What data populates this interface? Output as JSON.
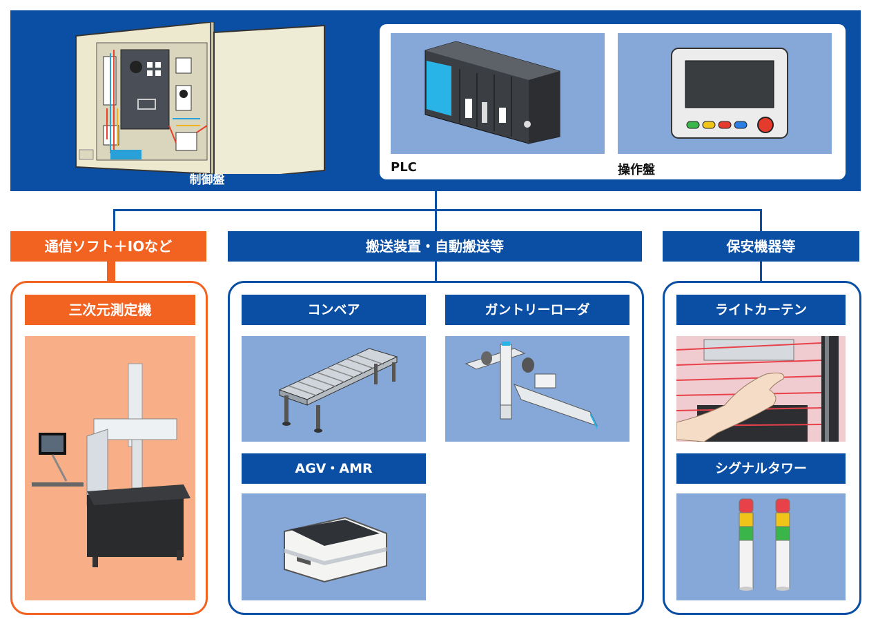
{
  "colors": {
    "primary": "#0a4fa3",
    "accent": "#f26322",
    "tile_bg": "#86a8d8",
    "cmm_bg": "#f8ae86"
  },
  "top": {
    "control_panel": "制御盤",
    "plc": "PLC",
    "operation_panel": "操作盤"
  },
  "headers": {
    "comm": "通信ソフト＋IOなど",
    "transport": "搬送装置・自動搬送等",
    "safety": "保安機器等"
  },
  "tiles": {
    "cmm": "三次元測定機",
    "conveyor": "コンベア",
    "gantry": "ガントリーローダ",
    "agv": "AGV・AMR",
    "light_curtain": "ライトカーテン",
    "signal_tower": "シグナルタワー"
  },
  "icons": [
    "control-cabinet-icon",
    "plc-icon",
    "hmi-panel-icon",
    "cmm-icon",
    "conveyor-icon",
    "gantry-icon",
    "agv-icon",
    "light-curtain-icon",
    "signal-tower-icon"
  ]
}
